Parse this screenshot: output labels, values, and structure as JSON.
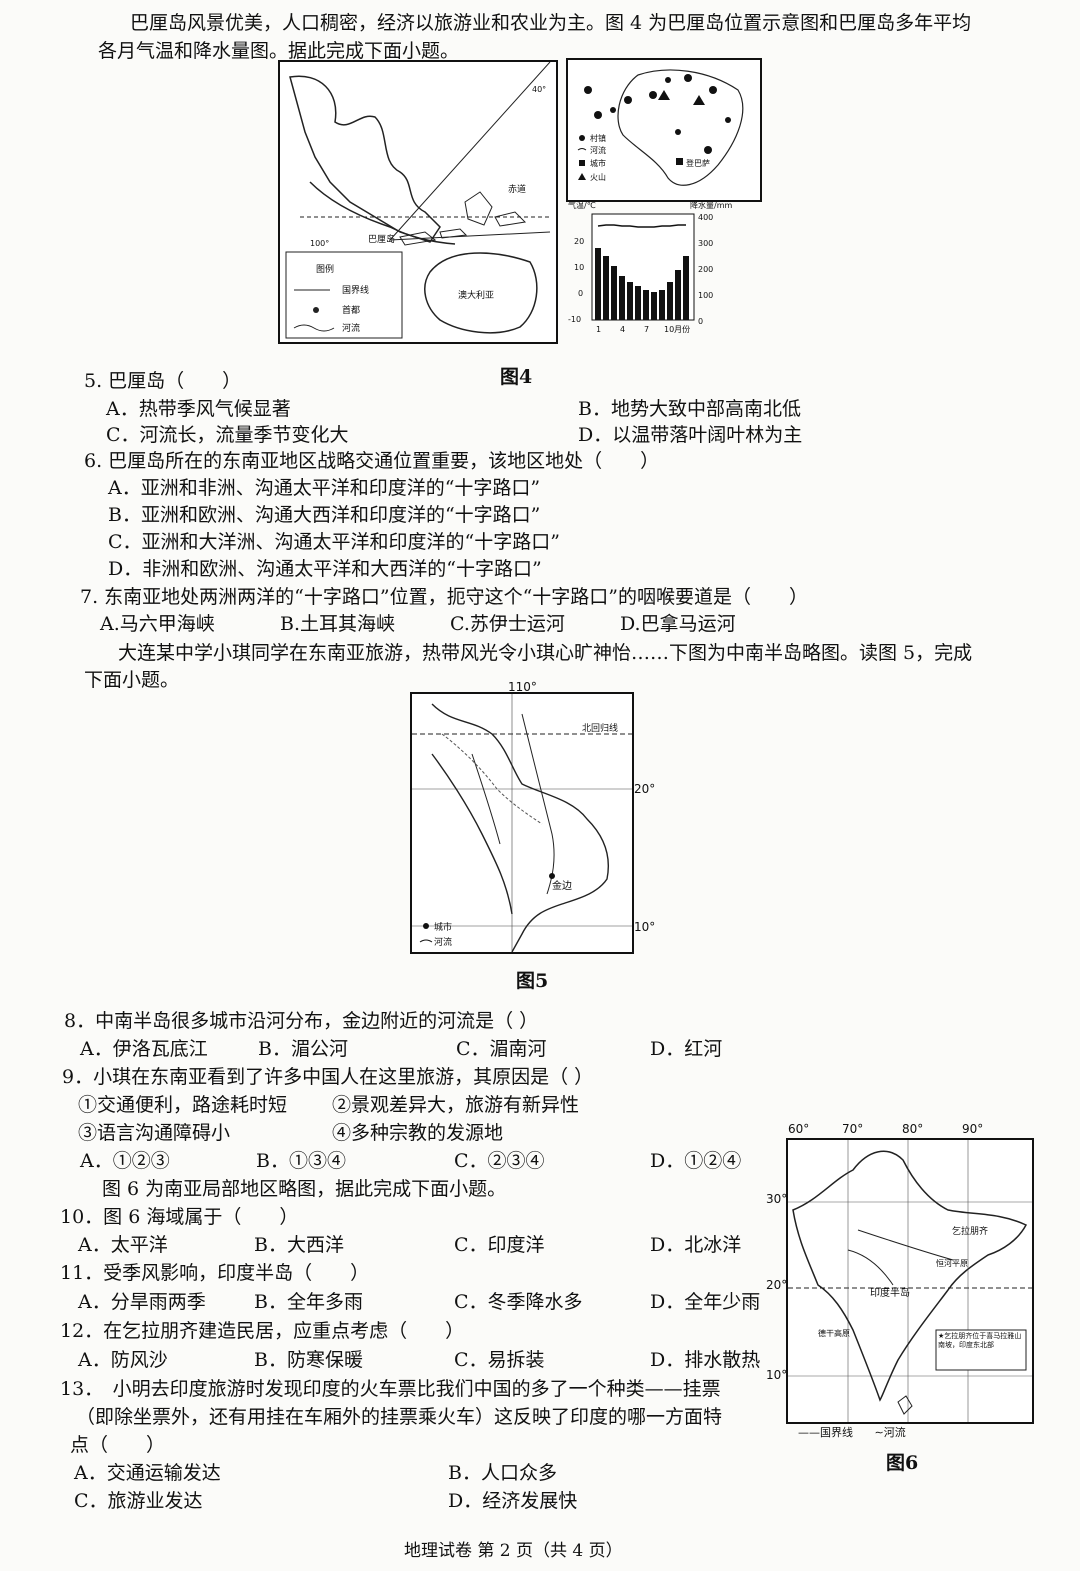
{
  "intro1": {
    "line1": "巴厘岛风景优美，人口稠密，经济以旅游业和农业为主。图 4 为巴厘岛位置示意图和巴厘岛多年平均",
    "line2": "各月气温和降水量图。据此完成下面小题。"
  },
  "fig4": {
    "caption": "图4",
    "map": {
      "label_chidao": "赤道",
      "label_bali": "巴厘岛",
      "label_aus": "澳大利亚",
      "lon_top": "40°",
      "lon_bottom": "100°"
    },
    "legend_title": "图例",
    "legend_items": [
      "国界线",
      "首都",
      "河流"
    ],
    "island_legend": [
      "村镇",
      "河流",
      "城市",
      "火山"
    ],
    "island_label": "登巴萨",
    "climate": {
      "temp_label": "气温/℃",
      "precip_label": "降水量/mm",
      "temp_ticks": [
        "20",
        "10",
        "0",
        "-10"
      ],
      "precip_ticks": [
        "400",
        "300",
        "200",
        "100",
        "0"
      ],
      "x_ticks": [
        "1",
        "4",
        "7",
        "10月份"
      ]
    }
  },
  "q5": {
    "stem": "5. 巴厘岛（　　）",
    "A": "A．热带季风气候显著",
    "B": "B．地势大致中部高南北低",
    "C": "C．河流长，流量季节变化大",
    "D": "D．以温带落叶阔叶林为主"
  },
  "q6": {
    "stem": "6. 巴厘岛所在的东南亚地区战略交通位置重要，该地区地处（　　）",
    "A": "A．亚洲和非洲、沟通太平洋和印度洋的“十字路口”",
    "B": "B．亚洲和欧洲、沟通大西洋和印度洋的“十字路口”",
    "C": "C．亚洲和大洋洲、沟通太平洋和印度洋的“十字路口”",
    "D": "D．非洲和欧洲、沟通太平洋和大西洋的“十字路口”"
  },
  "q7": {
    "stem": "7. 东南亚地处两洲两洋的“十字路口”位置，扼守这个“十字路口”的咽喉要道是（　　）",
    "A": "A.马六甲海峡",
    "B": "B.土耳其海峡",
    "C": "C.苏伊士运河",
    "D": "D.巴拿马运河"
  },
  "intro2": {
    "line1": "大连某中学小琪同学在东南亚旅游，热带风光令小琪心旷神怡……下图为中南半岛略图。读图 5，完成",
    "line2": "下面小题。"
  },
  "fig5": {
    "caption": "图5",
    "lon": "110°",
    "lat20": "20°",
    "lat10": "10°",
    "tropic": "北回归线",
    "city": "金边",
    "legend": [
      "城市",
      "河流"
    ]
  },
  "q8": {
    "stem": "8．中南半岛很多城市沿河分布，金边附近的河流是（ ）",
    "A": "A．伊洛瓦底江",
    "B": "B．湄公河",
    "C": "C．湄南河",
    "D": "D．红河"
  },
  "q9": {
    "stem": "9．小琪在东南亚看到了许多中国人在这里旅游，其原因是（ ）",
    "o1": "①交通便利，路途耗时短",
    "o2": "②景观差异大，旅游有新异性",
    "o3": "③语言沟通障碍小",
    "o4": "④多种宗教的发源地",
    "A": "A．①②③",
    "B": "B．①③④",
    "C": "C．②③④",
    "D": "D．①②④"
  },
  "intro3": "图 6 为南亚局部地区略图，据此完成下面小题。",
  "q10": {
    "stem": "10．图 6 海域属于（　　）",
    "A": "A．太平洋",
    "B": "B．大西洋",
    "C": "C．印度洋",
    "D": "D．北冰洋"
  },
  "q11": {
    "stem": "11．受季风影响，印度半岛（　　）",
    "A": "A．分旱雨两季",
    "B": "B．全年多雨",
    "C": "C．冬季降水多",
    "D": "D．全年少雨"
  },
  "q12": {
    "stem": "12．在乞拉朋齐建造民居，应重点考虑（　　）",
    "A": "A．防风沙",
    "B": "B．防寒保暖",
    "C": "C．易拆装",
    "D": "D．排水散热"
  },
  "q13": {
    "stem1": "13．　小明去印度旅游时发现印度的火车票比我们中国的多了一个种类——挂票",
    "stem2": "（即除坐票外，还有用挂在车厢外的挂票乘火车）这反映了印度的哪一方面特",
    "stem3": "点（　　）",
    "A": "A．交通运输发达",
    "B": "B．人口众多",
    "C": "C．旅游业发达",
    "D": "D．经济发展快"
  },
  "fig6": {
    "caption": "图6",
    "lon": [
      "60°",
      "70°",
      "80°",
      "90°"
    ],
    "lat": [
      "30°",
      "20°",
      "10°"
    ],
    "label_india": "印度半岛",
    "label_city": "乞拉朋齐",
    "label_ganges": "恒河平原",
    "label_deccan": "德干高原",
    "note": "★乞拉朋齐位于喜马拉雅山南坡，印度东北部",
    "legend": [
      "国界线",
      "河流"
    ]
  },
  "footer": "地理试卷 第 2 页（共 4 页）"
}
